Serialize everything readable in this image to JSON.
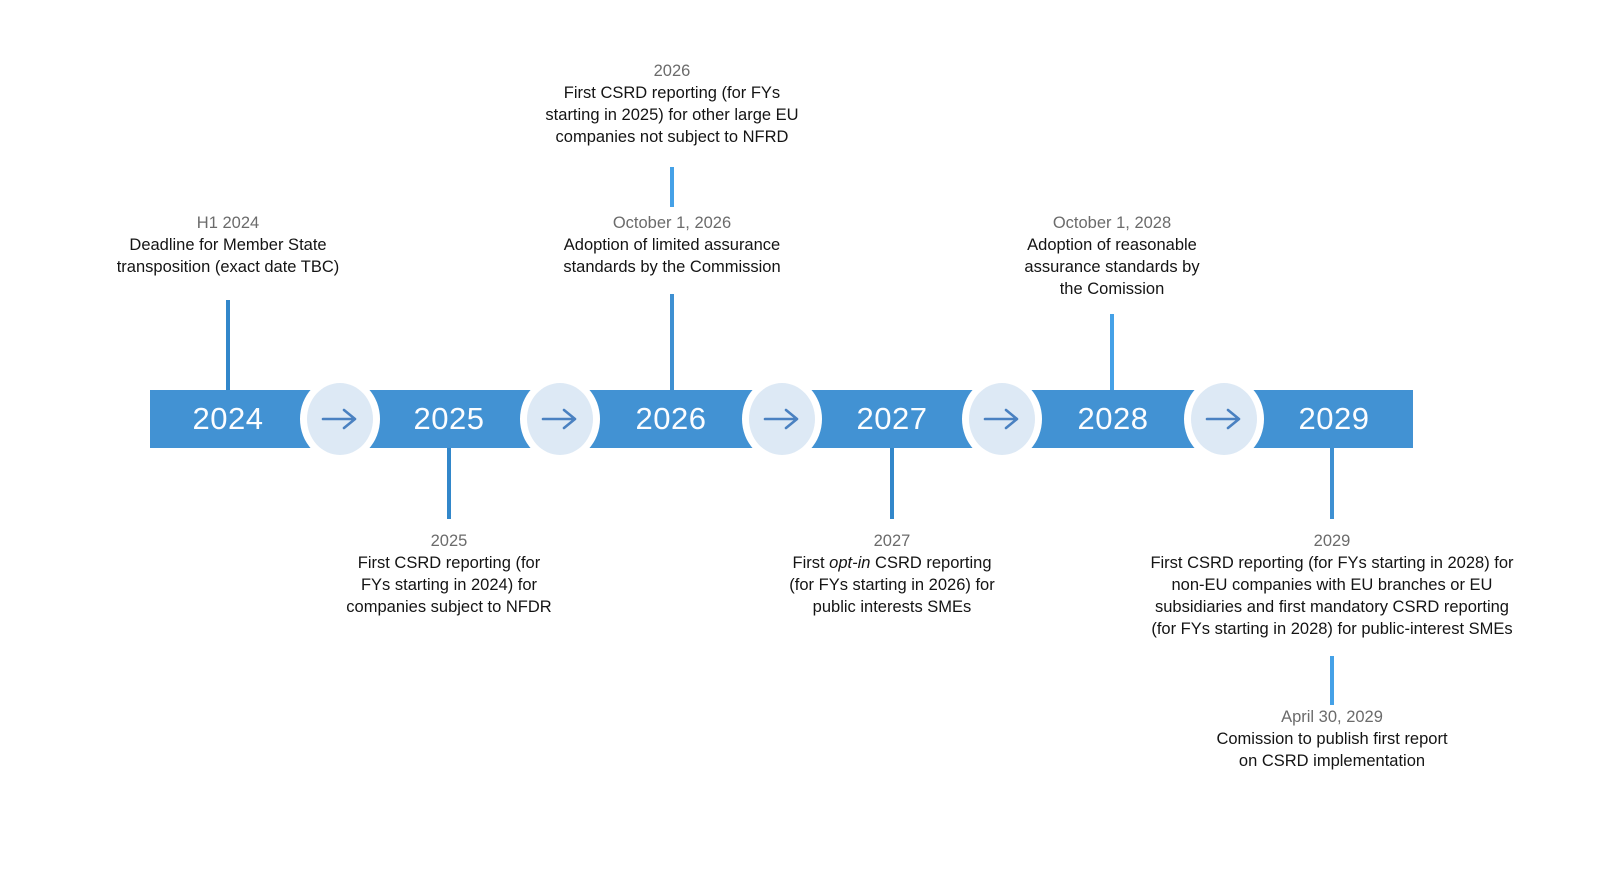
{
  "timeline": {
    "years": [
      "2024",
      "2025",
      "2026",
      "2027",
      "2028",
      "2029"
    ],
    "arrow_icon": "arrow-right",
    "bar_color": "#4292D3",
    "circle_color": "#DDE9F5",
    "arrow_color": "#4A81C1",
    "year_text_color": "#FBFDFF",
    "connector_colors": {
      "medium": "#3287CA",
      "medium_dark": "#3E90D2",
      "light": "#45A1E7"
    },
    "date_label_color": "#6B6B6B",
    "body_text_color": "#141414"
  },
  "annotations": {
    "h1_2024": {
      "date": "H1 2024",
      "lines": [
        "Deadline for Member State",
        "transposition (exact date TBC)"
      ]
    },
    "top_2026": {
      "date": "2026",
      "lines": [
        "First CSRD reporting (for FYs",
        "starting in 2025) for other large EU",
        "companies not subject to NFRD"
      ]
    },
    "oct_2026": {
      "date": "October 1, 2026",
      "lines": [
        "Adoption of limited assurance",
        "standards by the Commission"
      ]
    },
    "oct_2028": {
      "date": "October 1, 2028",
      "lines": [
        "Adoption of reasonable",
        "assurance standards by",
        "the Comission"
      ]
    },
    "below_2025": {
      "date": "2025",
      "lines": [
        "First CSRD reporting (for",
        "FYs starting in 2024) for",
        "companies subject to NFDR"
      ]
    },
    "below_2027": {
      "date": "2027",
      "line1_pre": "First",
      "line1_italic": "opt-in",
      "line1_post": "CSRD reporting",
      "lines": [
        "(for FYs starting in 2026) for",
        "public interests SMEs"
      ]
    },
    "below_2029": {
      "date": "2029",
      "lines": [
        "First CSRD reporting (for FYs starting in 2028) for",
        "non-EU companies with EU branches or EU",
        "subsidiaries and first mandatory CSRD reporting",
        "(for FYs starting in 2028) for public-interest SMEs"
      ]
    },
    "april_2029": {
      "date": "April 30, 2029",
      "lines": [
        "Comission to publish first report",
        "on CSRD implementation"
      ]
    }
  }
}
